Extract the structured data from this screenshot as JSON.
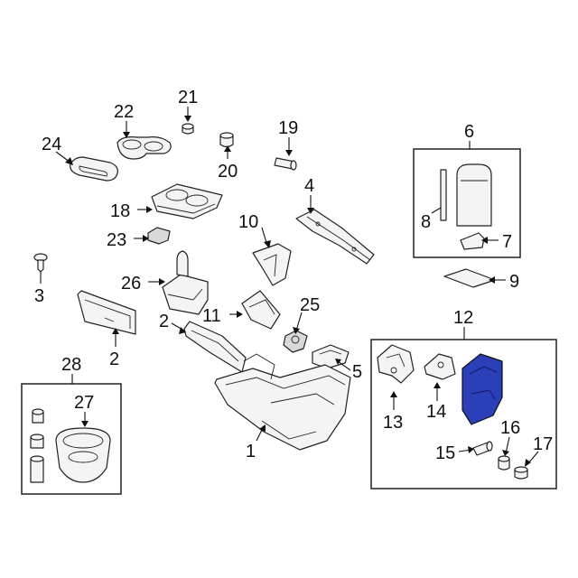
{
  "diagram": {
    "highlight_color": "#2a3fb8",
    "callouts": {
      "c1": "1",
      "c2a": "2",
      "c2b": "2",
      "c3": "3",
      "c4": "4",
      "c5": "5",
      "c6": "6",
      "c7": "7",
      "c8": "8",
      "c9": "9",
      "c10": "10",
      "c11": "11",
      "c12": "12",
      "c13": "13",
      "c14": "14",
      "c15": "15",
      "c16": "16",
      "c17": "17",
      "c18": "18",
      "c19": "19",
      "c20": "20",
      "c21": "21",
      "c22": "22",
      "c23": "23",
      "c24": "24",
      "c25": "25",
      "c26": "26",
      "c27": "27",
      "c28": "28"
    }
  }
}
